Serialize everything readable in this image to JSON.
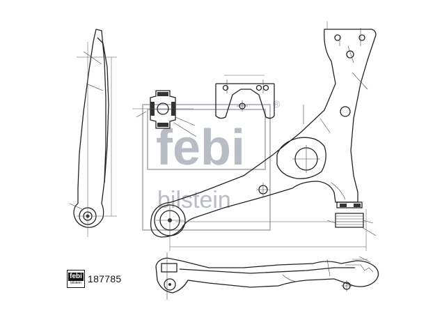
{
  "brand": {
    "wordmark": "febi",
    "subline": "bilstein",
    "registered": "®"
  },
  "part": {
    "number": "187785"
  },
  "views": [
    "side-view",
    "front-view",
    "bottom-view",
    "bushing-section",
    "mount-detail"
  ]
}
